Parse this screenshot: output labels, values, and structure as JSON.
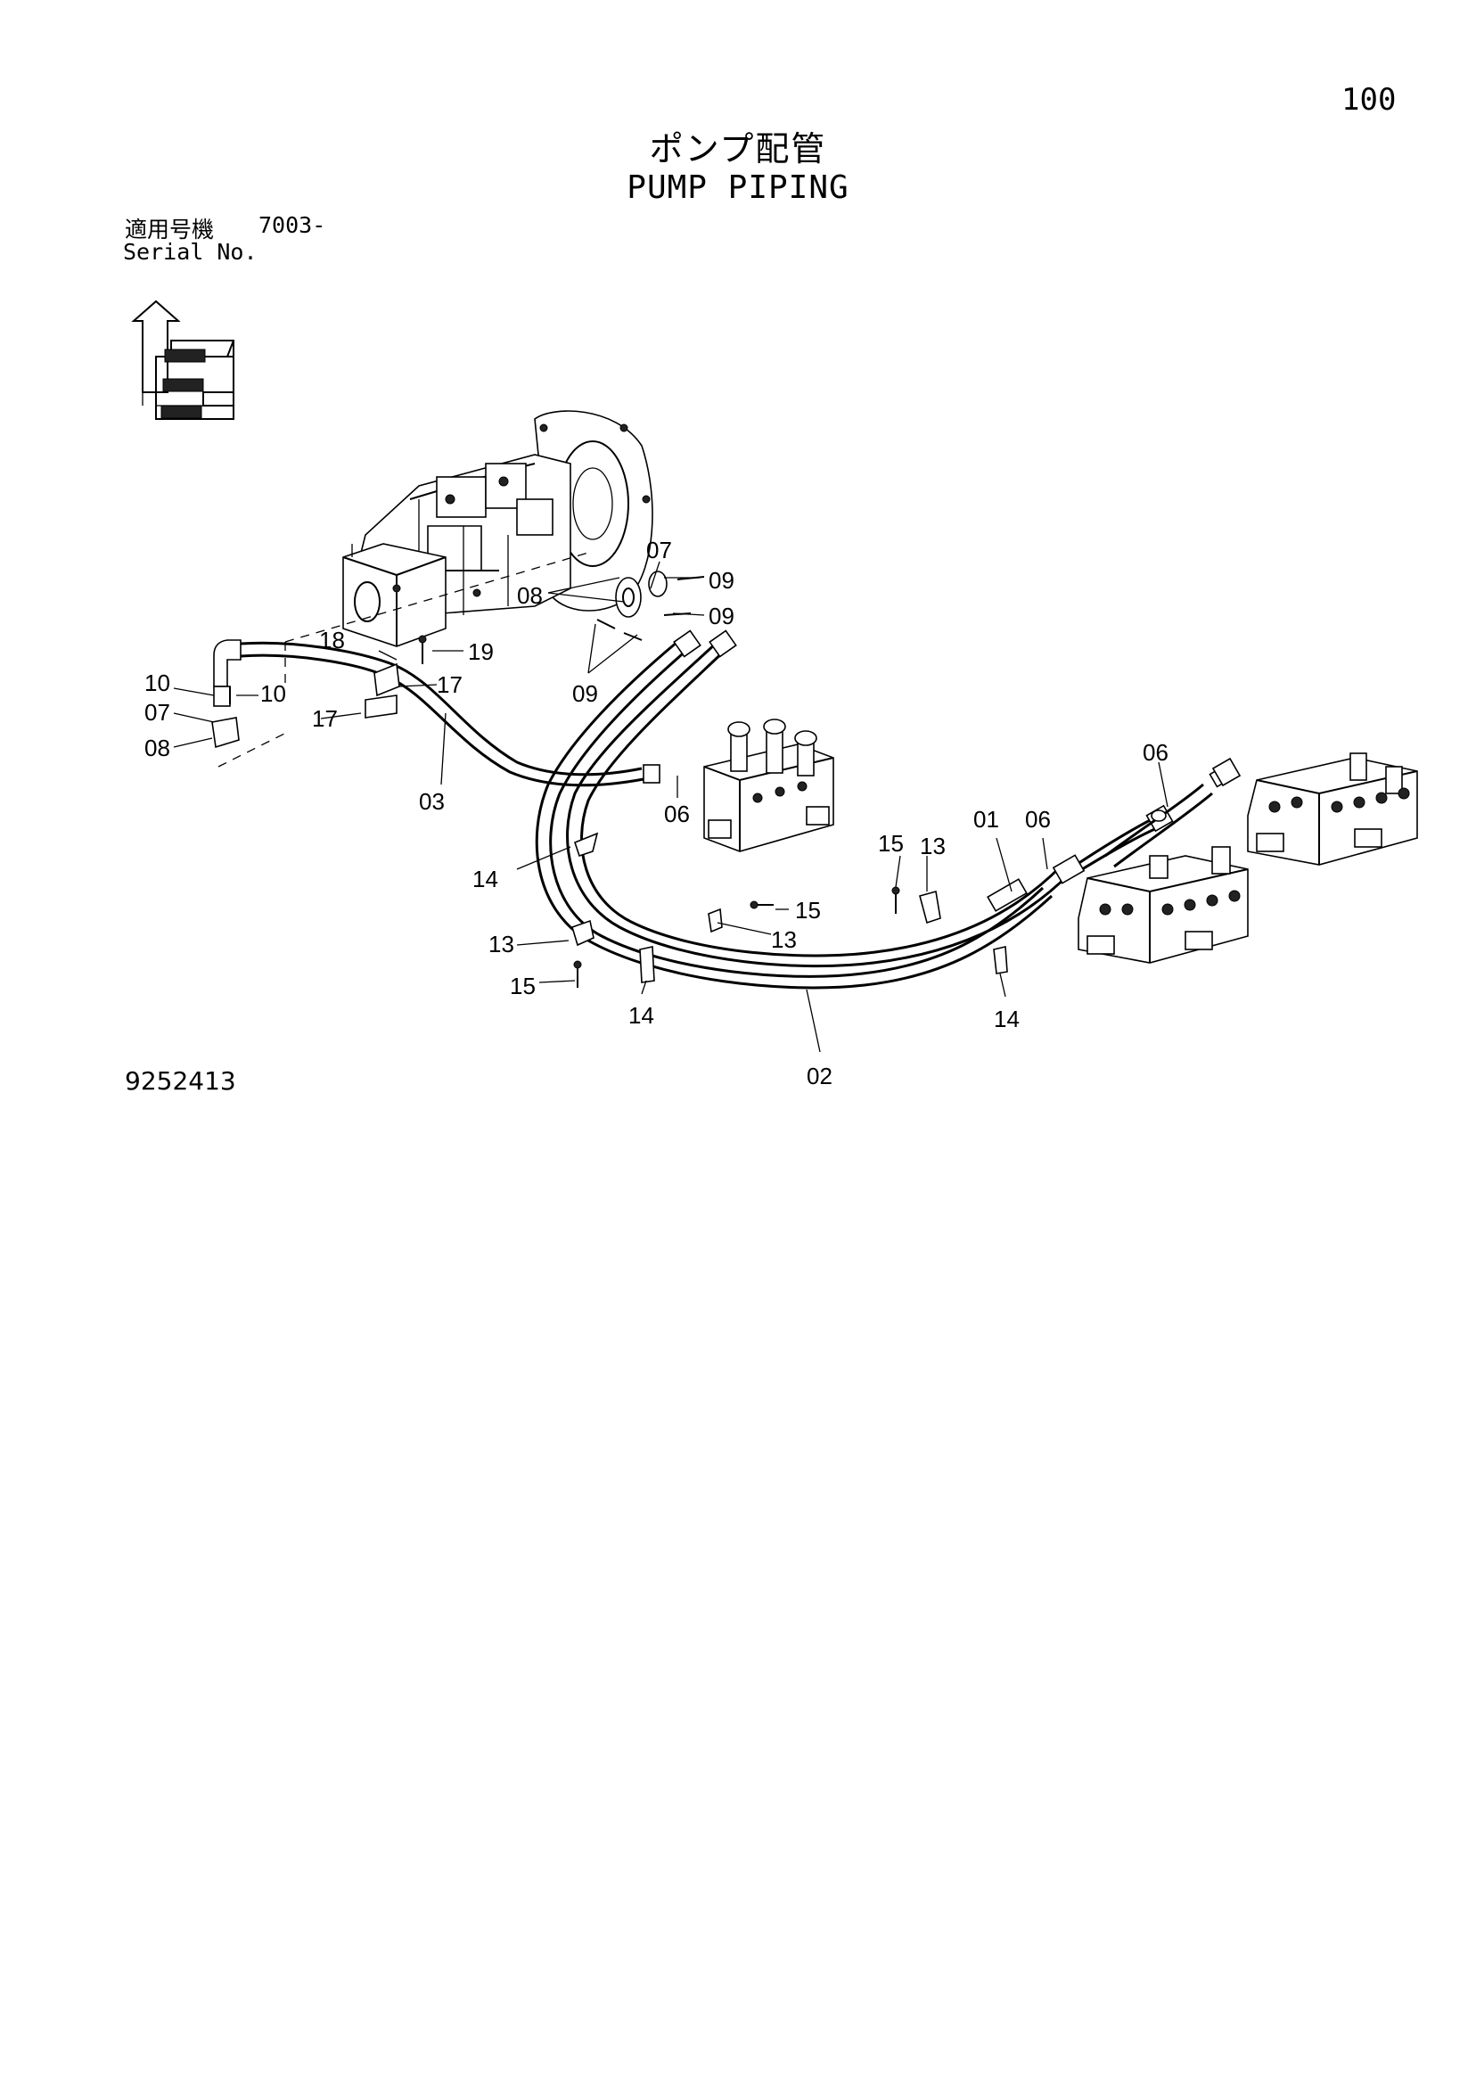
{
  "page_number": "100",
  "title_jp": "ポンプ配管",
  "title_en": "PUMP PIPING",
  "serial_label_jp": "適用号機",
  "serial_value": "7003-",
  "serial_label_en": "Serial No.",
  "drawing_number": "9252413",
  "callouts": {
    "c01": "01",
    "c02": "02",
    "c03": "03",
    "c06_a": "06",
    "c06_b": "06",
    "c06_c": "06",
    "c07_a": "07",
    "c07_b": "07",
    "c08_a": "08",
    "c08_b": "08",
    "c09_a": "09",
    "c09_b": "09",
    "c09_c": "09",
    "c10_a": "10",
    "c10_b": "10",
    "c13_a": "13",
    "c13_b": "13",
    "c13_c": "13",
    "c14_a": "14",
    "c14_b": "14",
    "c14_c": "14",
    "c15_a": "15",
    "c15_b": "15",
    "c15_c": "15",
    "c17_a": "17",
    "c17_b": "17",
    "c18": "18",
    "c19": "19"
  }
}
